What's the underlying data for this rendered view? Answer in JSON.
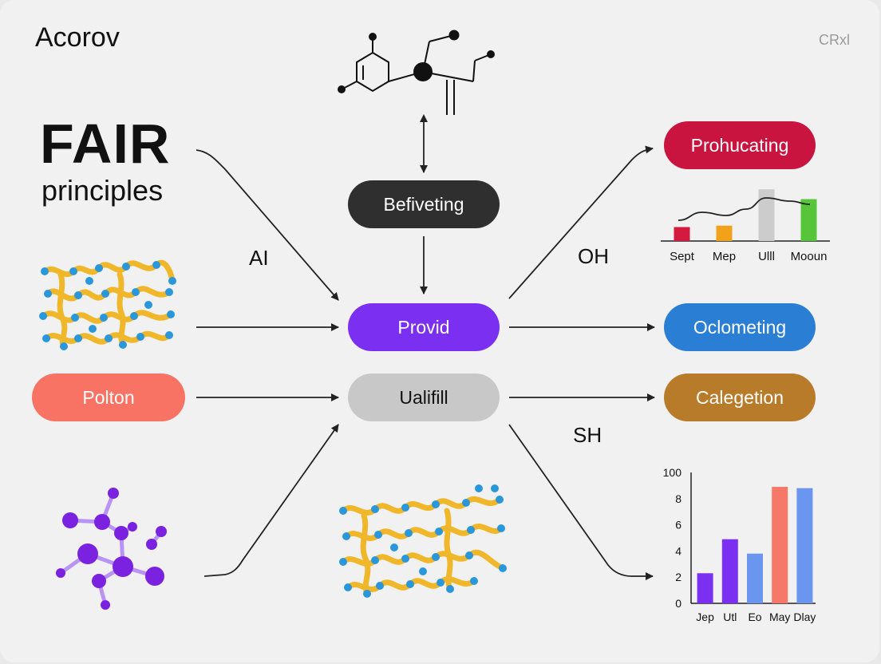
{
  "header": {
    "brand": "Acorov",
    "corner_label": "CRxl"
  },
  "title": {
    "main": "FAIR",
    "sub": "principles"
  },
  "labels": {
    "ai": "AI",
    "oh": "OH",
    "sh": "SH"
  },
  "center_nodes": {
    "top": {
      "label": "Befiveting",
      "color": "#2f2f2f"
    },
    "middle": {
      "label": "Provid",
      "color": "#7b2ff0"
    },
    "bottom": {
      "label": "Ualifill",
      "color": "#c8c8c8"
    }
  },
  "left_nodes": {
    "polton": {
      "label": "Polton",
      "color": "#f87363"
    }
  },
  "right_nodes": {
    "prohucating": {
      "label": "Prohucating",
      "color": "#c8143e"
    },
    "oclometing": {
      "label": "Oclometing",
      "color": "#2a7fd4"
    },
    "calegetion": {
      "label": "Calegetion",
      "color": "#b87b29"
    }
  },
  "icons": [
    "molecule-structure-icon",
    "protein-chain-icon",
    "atom-cluster-icon"
  ],
  "chart_data": [
    {
      "type": "bar",
      "categories": [
        "Sept",
        "Mep",
        "Ulll",
        "Mooun"
      ],
      "values": [
        1.0,
        1.1,
        3.7,
        3.0
      ],
      "colors": [
        "#d41b3f",
        "#f0a21a",
        "#cccccc",
        "#57c53a"
      ],
      "line_overlay": true,
      "title": "",
      "xlabel": "",
      "ylabel": ""
    },
    {
      "type": "bar",
      "categories": [
        "Jep",
        "Utl",
        "Eo",
        "May",
        "Dlay"
      ],
      "values": [
        2.3,
        4.9,
        3.8,
        8.9,
        8.8
      ],
      "colors": [
        "#7b2ff0",
        "#7b2ff0",
        "#6a96f0",
        "#f57868",
        "#6a96f0"
      ],
      "y_ticks": [
        "0",
        "2",
        "4",
        "6",
        "8",
        "100"
      ],
      "ylim": [
        0,
        10
      ],
      "title": "",
      "xlabel": "",
      "ylabel": ""
    }
  ]
}
